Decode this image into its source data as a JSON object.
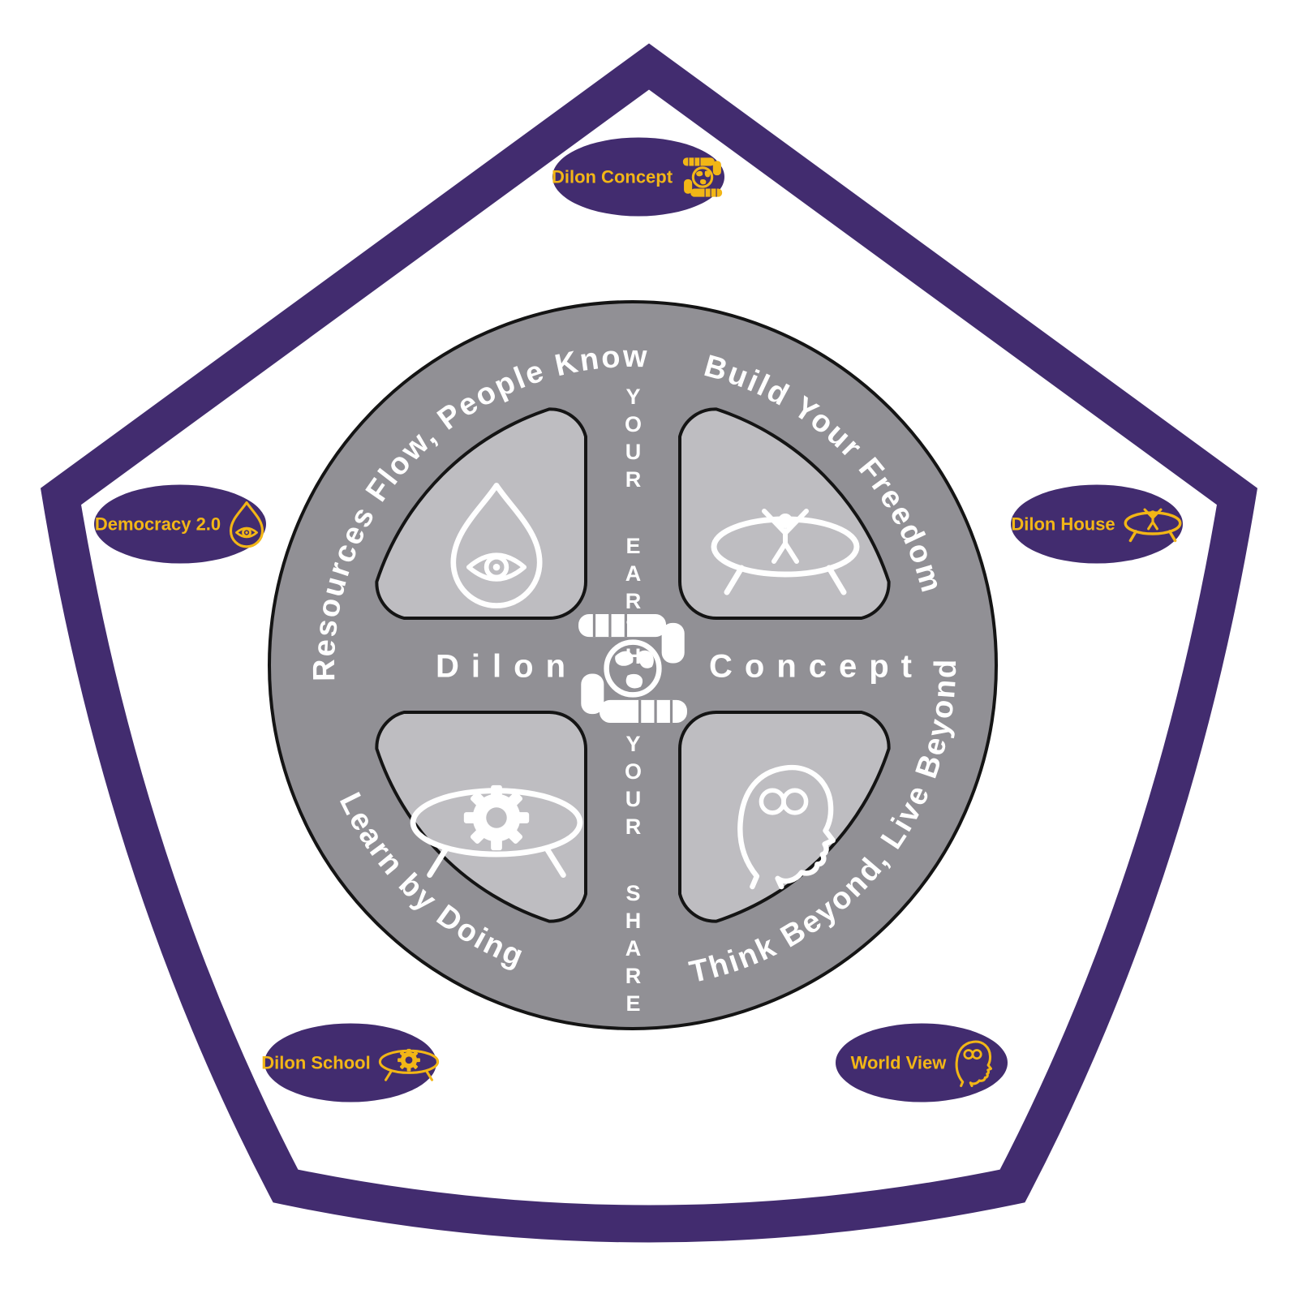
{
  "diagram_title": "Dilon Concept",
  "colors": {
    "purple": "#422C6F",
    "yellow": "#F2B616",
    "ring_gray": "#919095",
    "quadrant_gray": "#BEBDC1",
    "text_white": "#FFFFFF",
    "outline_black": "#141414",
    "background": "#FFFFFF"
  },
  "center": {
    "word_left": "Dilon",
    "word_right": "Concept",
    "logo": "hands-globe-icon"
  },
  "ring_labels": {
    "top_left": "Resources Flow, People Know",
    "top_right": "Build Your Freedom",
    "bottom_left": "Learn by Doing",
    "bottom_right": "Think Beyond, Live Beyond"
  },
  "axis_labels": {
    "top": "YOUR EARTH",
    "bottom": "YOUR SHARE"
  },
  "quadrants": {
    "top_left": {
      "icon": "drop-eye-icon"
    },
    "top_right": {
      "icon": "trampoline-person-icon"
    },
    "bottom_left": {
      "icon": "trampoline-gear-icon"
    },
    "bottom_right": {
      "icon": "head-infinity-icon"
    }
  },
  "badges": {
    "top": {
      "label": "Dilon Concept",
      "icon": "hands-globe-icon"
    },
    "left": {
      "label": "Democracy 2.0",
      "icon": "drop-eye-icon"
    },
    "right": {
      "label": "Dilon House",
      "icon": "trampoline-person-icon"
    },
    "bottom_left": {
      "label": "Dilon School",
      "icon": "trampoline-gear-icon"
    },
    "bottom_right": {
      "label": "World View",
      "icon": "head-infinity-icon"
    }
  }
}
